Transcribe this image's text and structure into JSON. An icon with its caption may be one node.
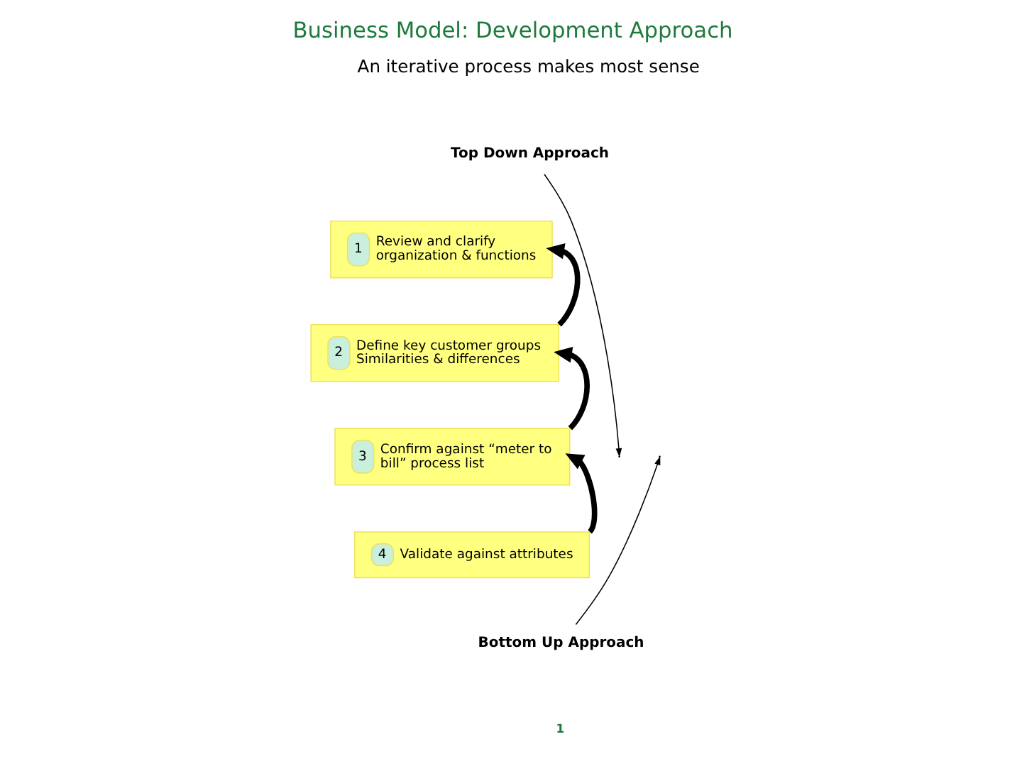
{
  "diagram": {
    "title": "Business Model: Development Approach",
    "nodes": [
      {
        "text": [
          "1",
          "Review and clarify organization & functions"
        ]
      },
      {
        "text": [
          "2",
          "Define key customer groups Similarities & differences"
        ]
      },
      {
        "text": [
          "3",
          "Confirm against “meter to bill” process list"
        ]
      },
      {
        "text": [
          "4",
          "Validate against attributes"
        ]
      }
    ],
    "edges": [
      {
        "from": 1,
        "to": 0,
        "arrow": "to"
      },
      {
        "from": 2,
        "to": 1,
        "arrow": "to"
      },
      {
        "from": 3,
        "to": 2,
        "arrow": "to"
      }
    ],
    "labels": [
      "An iterative process makes most sense",
      "Top Down Approach",
      "Bottom Up Approach",
      "1"
    ]
  }
}
